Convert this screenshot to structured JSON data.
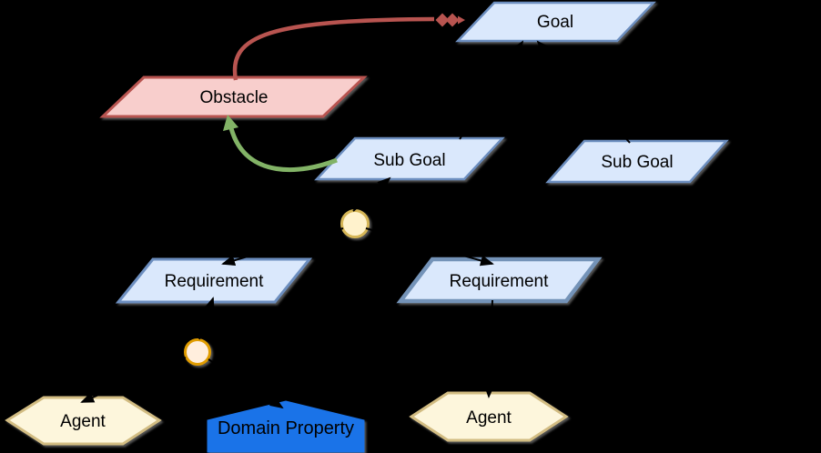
{
  "diagram": {
    "type": "KAOS goal model",
    "background_color": "#000000",
    "nodes": {
      "goal": {
        "label": "Goal",
        "shape": "parallelogram",
        "fill": "#dae8fc",
        "stroke": "#6c8ebf",
        "text_color": "#000000"
      },
      "obstacle": {
        "label": "Obstacle",
        "shape": "parallelogram",
        "fill": "#f8cecc",
        "stroke": "#b85450",
        "text_color": "#000000"
      },
      "subgoal_left": {
        "label": "Sub Goal",
        "shape": "parallelogram",
        "fill": "#dae8fc",
        "stroke": "#6c8ebf",
        "text_color": "#000000"
      },
      "subgoal_right": {
        "label": "Sub Goal",
        "shape": "parallelogram",
        "fill": "#dae8fc",
        "stroke": "#6c8ebf",
        "text_color": "#000000"
      },
      "junction_upper": {
        "label": "",
        "shape": "circle",
        "fill": "#fff2cc",
        "stroke": "#d6b656"
      },
      "requirement_left": {
        "label": "Requirement",
        "shape": "parallelogram",
        "fill": "#dae8fc",
        "stroke": "#6c8ebf",
        "text_color": "#000000"
      },
      "requirement_right": {
        "label": "Requirement",
        "shape": "parallelogram",
        "fill": "#dae8fc",
        "stroke": "#7493b8",
        "text_color": "#000000"
      },
      "junction_lower": {
        "label": "",
        "shape": "circle",
        "fill": "#ffeedd",
        "stroke": "#e09c00"
      },
      "agent_left": {
        "label": "Agent",
        "shape": "hexagon",
        "fill": "#fdf6dc",
        "stroke": "#d2bc82",
        "text_color": "#000000"
      },
      "agent_right": {
        "label": "Agent",
        "shape": "hexagon",
        "fill": "#fdf6dc",
        "stroke": "#d2bc82",
        "text_color": "#000000"
      },
      "domain_property": {
        "label": "Domain Property",
        "shape": "pentagon",
        "fill": "#1a73e8",
        "stroke": "#1a73e8",
        "text_color": "#e8ecf4"
      }
    },
    "edges": {
      "obstruction": {
        "color": "#b85450",
        "from": "obstacle",
        "to": "goal",
        "marker": "double-diamond"
      },
      "resolution": {
        "color": "#82b366",
        "from": "subgoal_left",
        "to": "obstacle",
        "marker": "arrow"
      },
      "refinement_color": "#000000"
    }
  }
}
